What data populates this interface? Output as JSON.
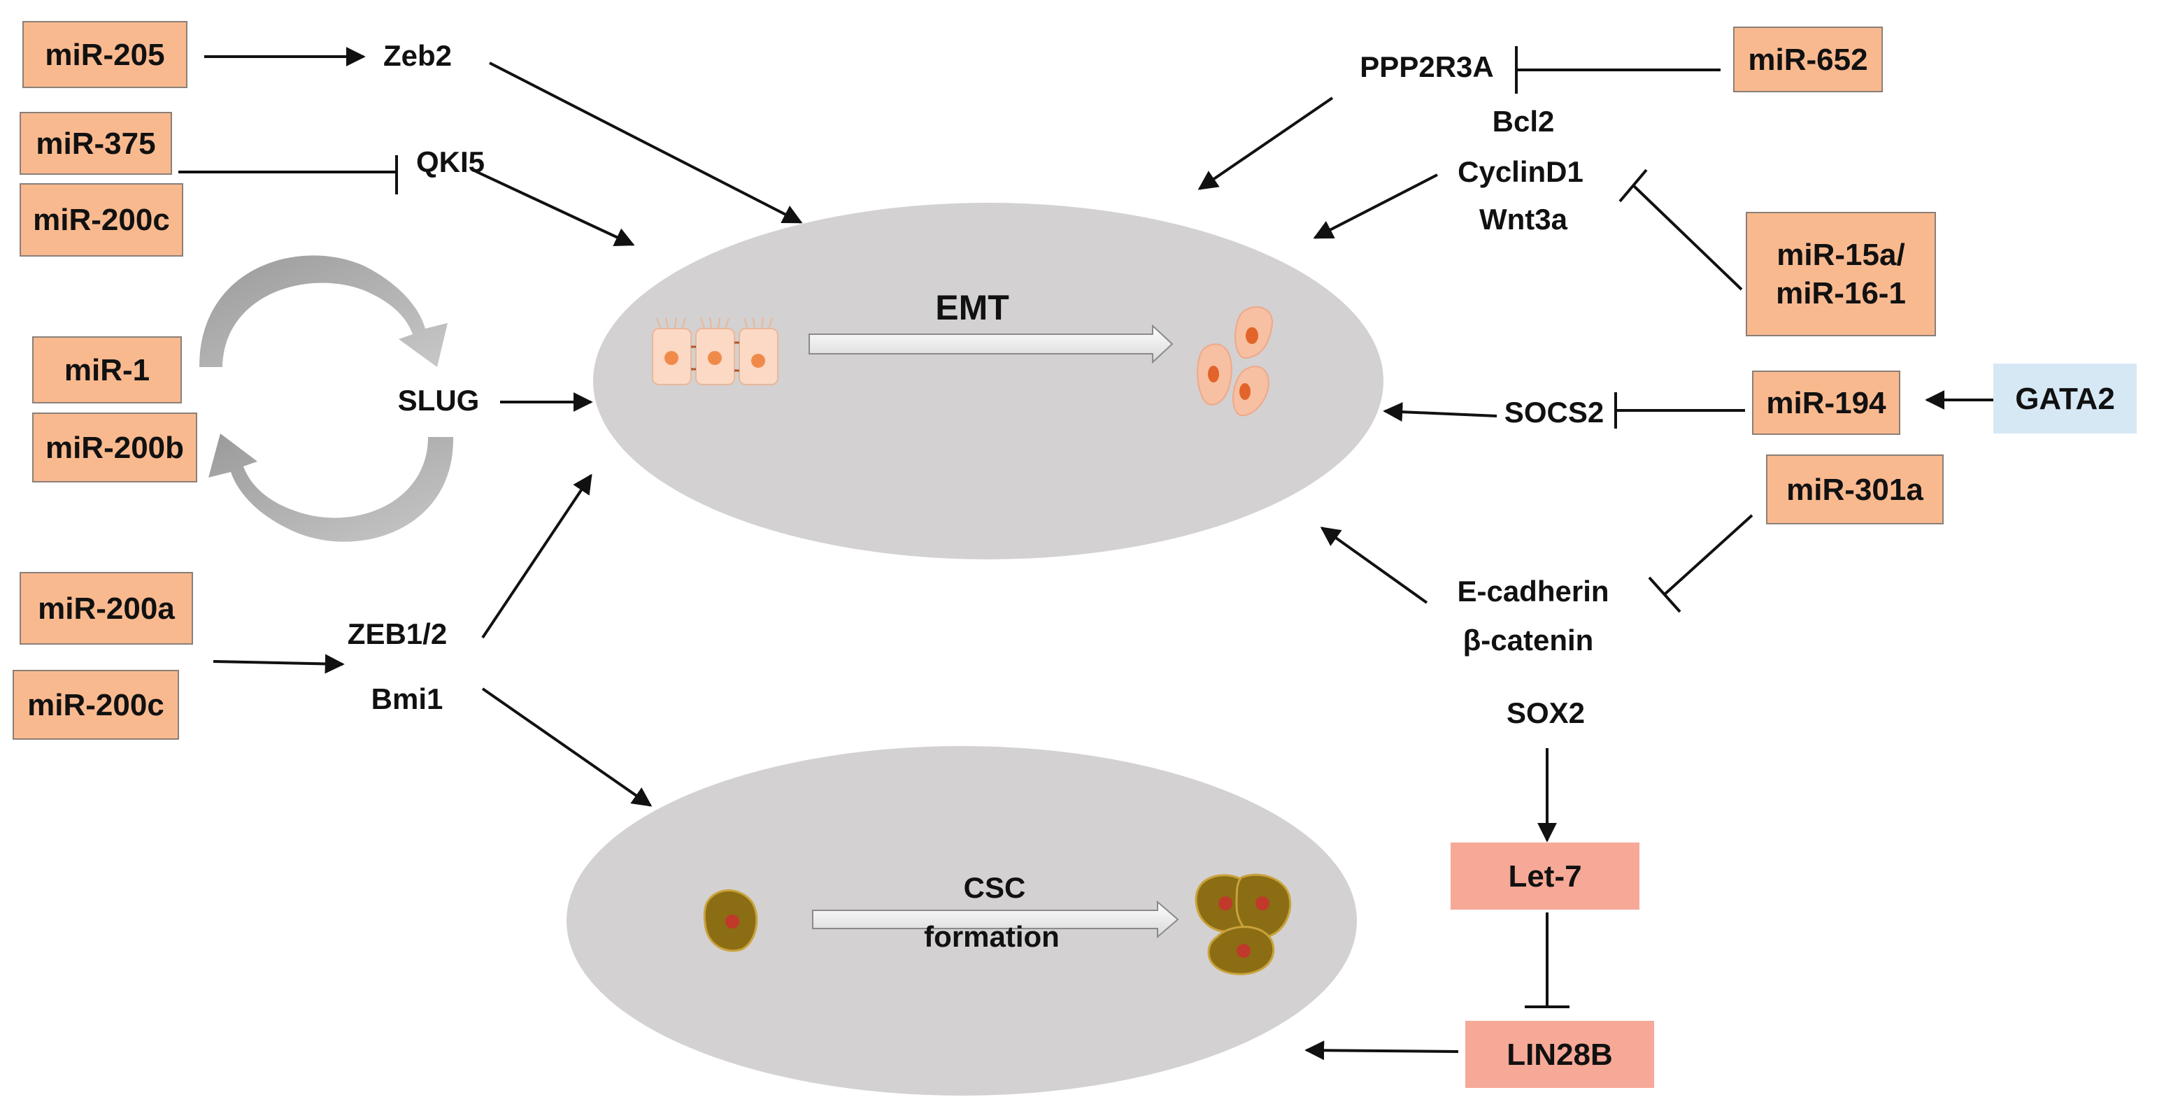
{
  "mirnas": {
    "mir205": "miR-205",
    "mir375": "miR-375",
    "mir200c_a": "miR-200c",
    "mir1": "miR-1",
    "mir200b": "miR-200b",
    "mir200a": "miR-200a",
    "mir200c_b": "miR-200c",
    "mir652": "miR-652",
    "mir15a_line1": "miR-15a/",
    "mir15a_line2": "miR-16-1",
    "mir194": "miR-194",
    "mir301a": "miR-301a"
  },
  "other_boxes": {
    "gata2": "GATA2",
    "let7": "Let-7",
    "lin28b": "LIN28B"
  },
  "targets": {
    "zeb2": "Zeb2",
    "qki5": "QKI5",
    "slug": "SLUG",
    "zeb12": "ZEB1/2",
    "bmi1": "Bmi1",
    "ppp2r3a": "PPP2R3A",
    "bcl2": "Bcl2",
    "cyclind1": "CyclinD1",
    "wnt3a": "Wnt3a",
    "socs2": "SOCS2",
    "ecadherin": "E-cadherin",
    "bcatenin": "β-catenin",
    "sox2": "SOX2"
  },
  "processes": {
    "emt": "EMT",
    "csc_line1": "CSC",
    "csc_line2": "formation"
  },
  "colors": {
    "mirna_box": "#f9b98f",
    "let7_lin28b_box": "#f6a997",
    "gata2_box": "#d7e8f5",
    "ellipse": "#d3d1d1",
    "epithelial_cell": "#fbd9c5",
    "mesenchymal_cell": "#f7c0a2",
    "nucleus": "#e2642a",
    "stem_cell": "#8b6d14",
    "stem_nucleus": "#c0392b"
  }
}
